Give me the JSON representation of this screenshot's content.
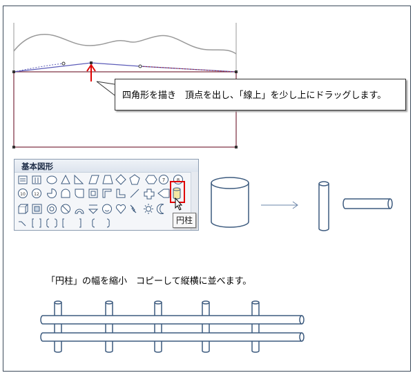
{
  "callout": {
    "text": "四角形を描き　頂点を出し、「線上」を少し上にドラッグします。"
  },
  "shape_panel": {
    "title": "基本図形",
    "tooltip": "円柱",
    "selected_shape": "cylinder-icon"
  },
  "caption": {
    "text": "「円柱」の幅を縮小　コピーして縦横に並べます。"
  },
  "colors": {
    "outline": "#3c5a7e",
    "highlight": "#e00000",
    "rect_border": "#7a2a3c",
    "curve": "#9a9a9a"
  }
}
